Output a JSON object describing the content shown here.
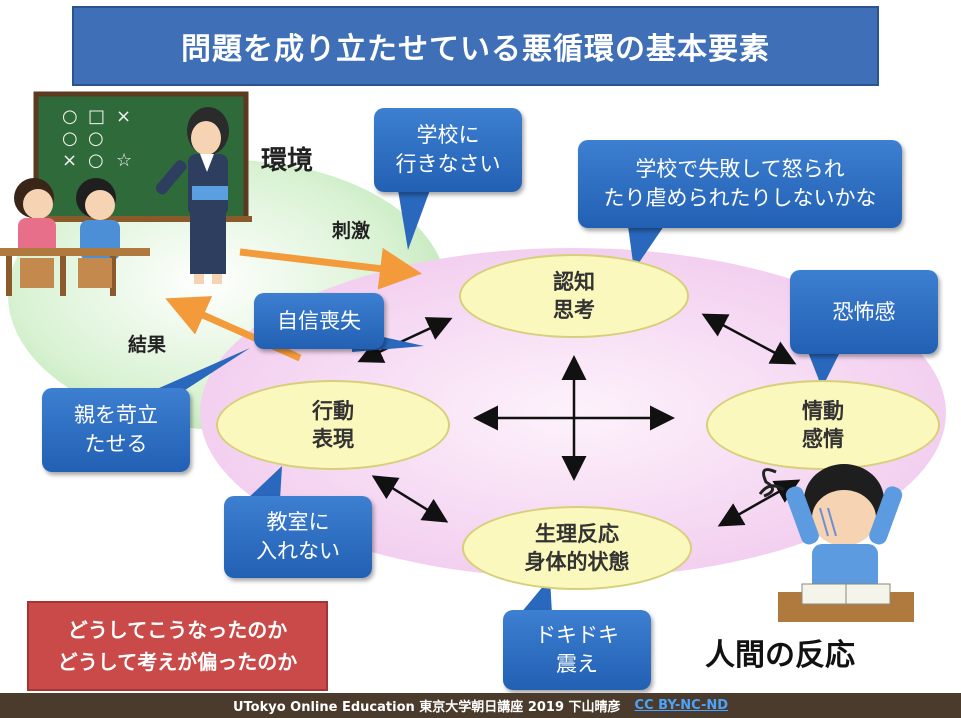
{
  "title": "問題を成り立たせている悪循環の基本要素",
  "environment": {
    "label": "環境",
    "stimulus": "刺激",
    "result": "結果"
  },
  "nodes": {
    "cognition": [
      "認知",
      "思考"
    ],
    "emotion": [
      "情動",
      "感情"
    ],
    "behavior": [
      "行動",
      "表現"
    ],
    "physiology": [
      "生理反応",
      "身体的状態"
    ]
  },
  "bubbles": {
    "go_to_school": [
      "学校に",
      "行きなさい"
    ],
    "worry": [
      "学校で失敗して怒られ",
      "たり虐められたりしないかな"
    ],
    "fear": [
      "恐怖感"
    ],
    "lose_confidence": [
      "自信喪失"
    ],
    "irritate_parents": [
      "親を苛立",
      "たせる"
    ],
    "cannot_enter": [
      "教室に",
      "入れない"
    ],
    "heartbeat": [
      "ドキドキ",
      "震え"
    ]
  },
  "question_box": [
    "どうしてこうなったのか",
    "どうして考えが偏ったのか"
  ],
  "human_reaction": "人間の反応",
  "footer": {
    "text": "UTokyo Online Education 東京大学朝日講座 2019 下山晴彦",
    "license": "CC BY-NC-ND"
  },
  "chalkboard_symbols": [
    "○",
    "□",
    "×",
    "○",
    "○",
    "×",
    "○",
    "☆"
  ],
  "colors": {
    "title_bg": "#3f6fb6",
    "bubble_bg": "#2a68bd",
    "node_fill": "#fbf8bd",
    "pink_field": "#f2cdef",
    "green_field": "#bfe6b8",
    "arrow_orange": "#f39a3a",
    "question_box": "#c94a48"
  }
}
